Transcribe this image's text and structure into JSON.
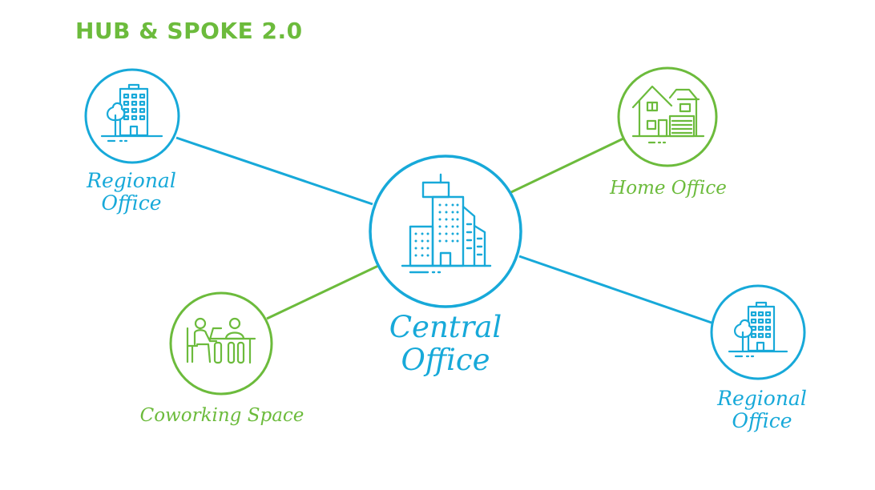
{
  "title": "HUB & SPOKE 2.0",
  "colors": {
    "blue": "#17a9d9",
    "green": "#6cbb3c"
  },
  "hub": {
    "label_line1": "Central",
    "label_line2": "Office",
    "icon": "office-buildings-icon"
  },
  "spokes": {
    "regional_top_left": {
      "label_line1": "Regional",
      "label_line2": "Office",
      "icon": "office-building-with-tree-icon"
    },
    "home_office": {
      "label": "Home Office",
      "icon": "house-icon"
    },
    "coworking": {
      "label": "Coworking Space",
      "icon": "coworking-people-desk-icon"
    },
    "regional_bottom_right": {
      "label_line1": "Regional",
      "label_line2": "Office",
      "icon": "office-building-with-tree-icon"
    }
  }
}
